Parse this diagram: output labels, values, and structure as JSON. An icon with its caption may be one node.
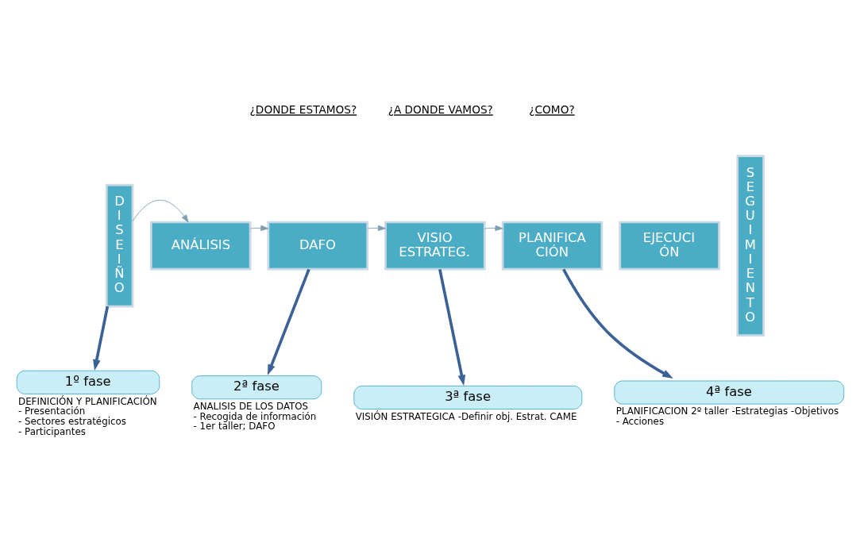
{
  "diagram": {
    "nodes": [
      {
        "text": [
          "D I S E I Ñ O"
        ]
      },
      {
        "text": [
          "ANÁLISIS"
        ]
      },
      {
        "text": [
          "DAFO"
        ]
      },
      {
        "text": [
          "VISIO ESTRATEG."
        ]
      },
      {
        "text": [
          "PLANIFICA CIÓN"
        ]
      },
      {
        "text": [
          "EJECUCI ÓN"
        ]
      },
      {
        "text": [
          "S E G U I M I E N T O"
        ]
      },
      {
        "text": [
          "2ª fase"
        ],
        "beside": [
          "ANALISIS DE LOS DATOS - Recogida de información - 1er taller; DAFO"
        ]
      },
      {
        "text": [
          "3ª fase"
        ],
        "beside": [
          "VISIÓN ESTRATEGICA -Definir obj. Estrat. CAME"
        ]
      },
      {
        "text": [
          "4ª fase"
        ],
        "beside": [
          "PLANIFICACION 2º taller -Estrategias -Objetivos - Acciones"
        ]
      },
      {
        "text": [
          "1º fase"
        ],
        "beside": [
          "DEFINICIÓN Y PLANIFICACIÓN - Presentación - Sectores estratégicos - Participantes"
        ]
      }
    ],
    "edges": [
      {
        "from": 0,
        "to": 1,
        "arrow": "to"
      },
      {
        "from": 1,
        "to": 2,
        "arrow": "to"
      },
      {
        "from": 2,
        "to": 3,
        "arrow": "to"
      },
      {
        "from": 3,
        "to": 4,
        "arrow": "to"
      },
      {
        "from": 2,
        "to": 7,
        "arrow": "to",
        "style": "thick",
        "color": "#3b6196"
      },
      {
        "from": 3,
        "to": 8,
        "arrow": "to",
        "style": "thick",
        "color": "#3b6196"
      },
      {
        "from": 4,
        "to": 9,
        "arrow": "to",
        "style": "thick",
        "color": "#3b6196"
      },
      {
        "from": 0,
        "to": 10,
        "arrow": "to",
        "style": "thick",
        "color": "#3b6196"
      }
    ],
    "labels": [
      "¿DONDE ESTAMOS?",
      "¿A DONDE VAMOS?",
      "¿COMO?"
    ]
  }
}
